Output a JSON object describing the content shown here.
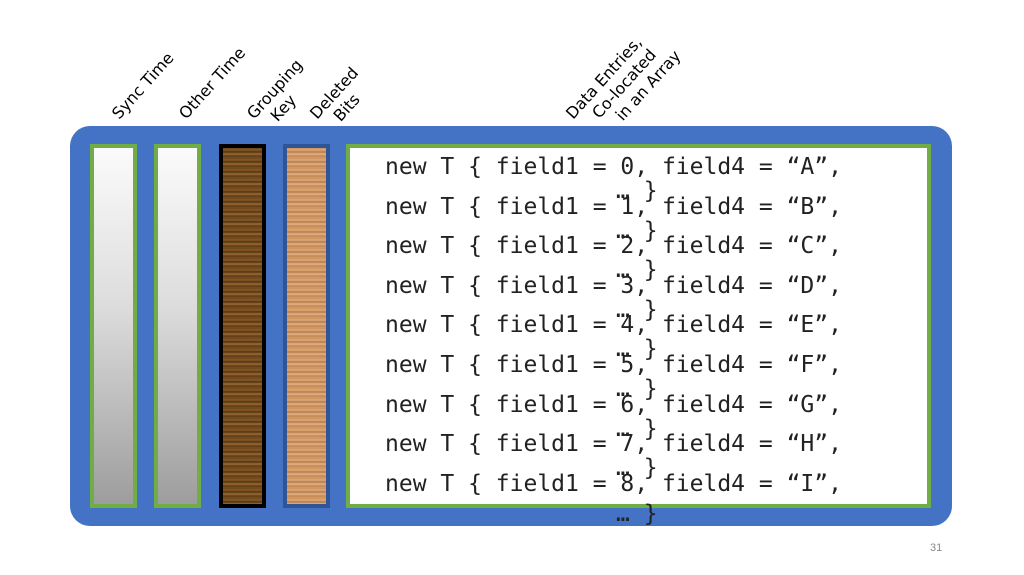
{
  "labels": {
    "sync_time": "Sync Time",
    "other_time": "Other Time",
    "grouping_key_1": "Grouping",
    "grouping_key_2": "Key",
    "deleted_bits_1": "Deleted",
    "deleted_bits_2": "Bits",
    "data_entries_1": "Data Entries,",
    "data_entries_2": "Co-located",
    "data_entries_3": "in an Array"
  },
  "entries": [
    "new T { field1 = 0, field4 = “A”,",
    "new T { field1 = 1, field4 = “B”,",
    "new T { field1 = 2, field4 = “C”,",
    "new T { field1 = 3, field4 = “D”,",
    "new T { field1 = 4, field4 = “E”,",
    "new T { field1 = 5, field4 = “F”,",
    "new T { field1 = 6, field4 = “G”,",
    "new T { field1 = 7, field4 = “H”,",
    "new T { field1 = 8, field4 = “I”,"
  ],
  "entry_tail": "… }",
  "page_number": "31"
}
